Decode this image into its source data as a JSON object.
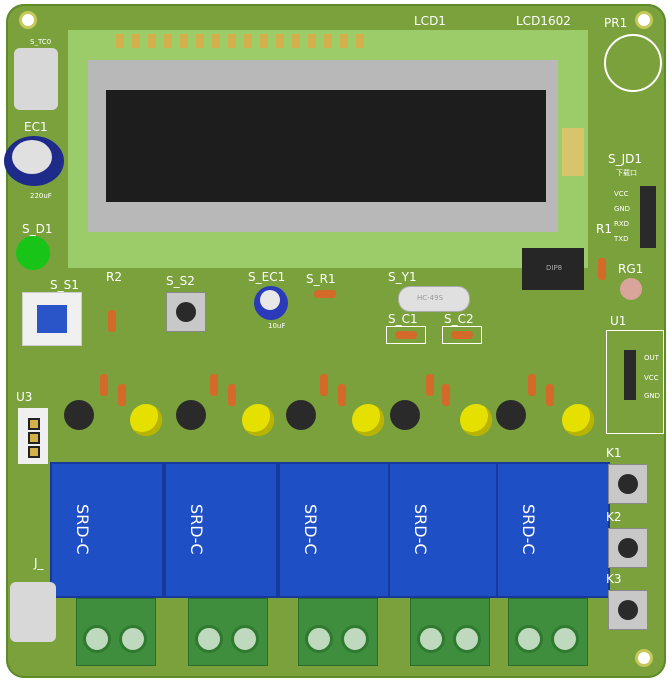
{
  "board": {
    "lcd_label": "LCD1",
    "lcd_model": "LCD1602",
    "pr1": "PR1",
    "s_jd1": "S_JD1",
    "jd1_sub": "下载口",
    "jd1_pins": [
      "VCC",
      "GND",
      "RXD",
      "TXD"
    ],
    "r1": "R1",
    "rg1": "RG1",
    "u1": "U1",
    "u1_pins": [
      "OUT",
      "VCC",
      "GND"
    ],
    "ec1": "EC1",
    "ec1_value": "220uF",
    "s_d1": "S_D1",
    "s_s1": "S_S1",
    "u3": "U3",
    "r2": "R2",
    "s_s2": "S_S2",
    "s_ec1": "S_EC1",
    "s_ec1_value": "10uF",
    "s_r1": "S_R1",
    "s_y1": "S_Y1",
    "crystal": "HC-49S",
    "s_c1": "S_C1",
    "s_c2": "S_C2",
    "ic_label": "DIP8",
    "k1": "K1",
    "k2": "K2",
    "k3": "K3",
    "j_label": "J_",
    "relay_text": "SRD-C",
    "s_top": "S_TC0"
  }
}
